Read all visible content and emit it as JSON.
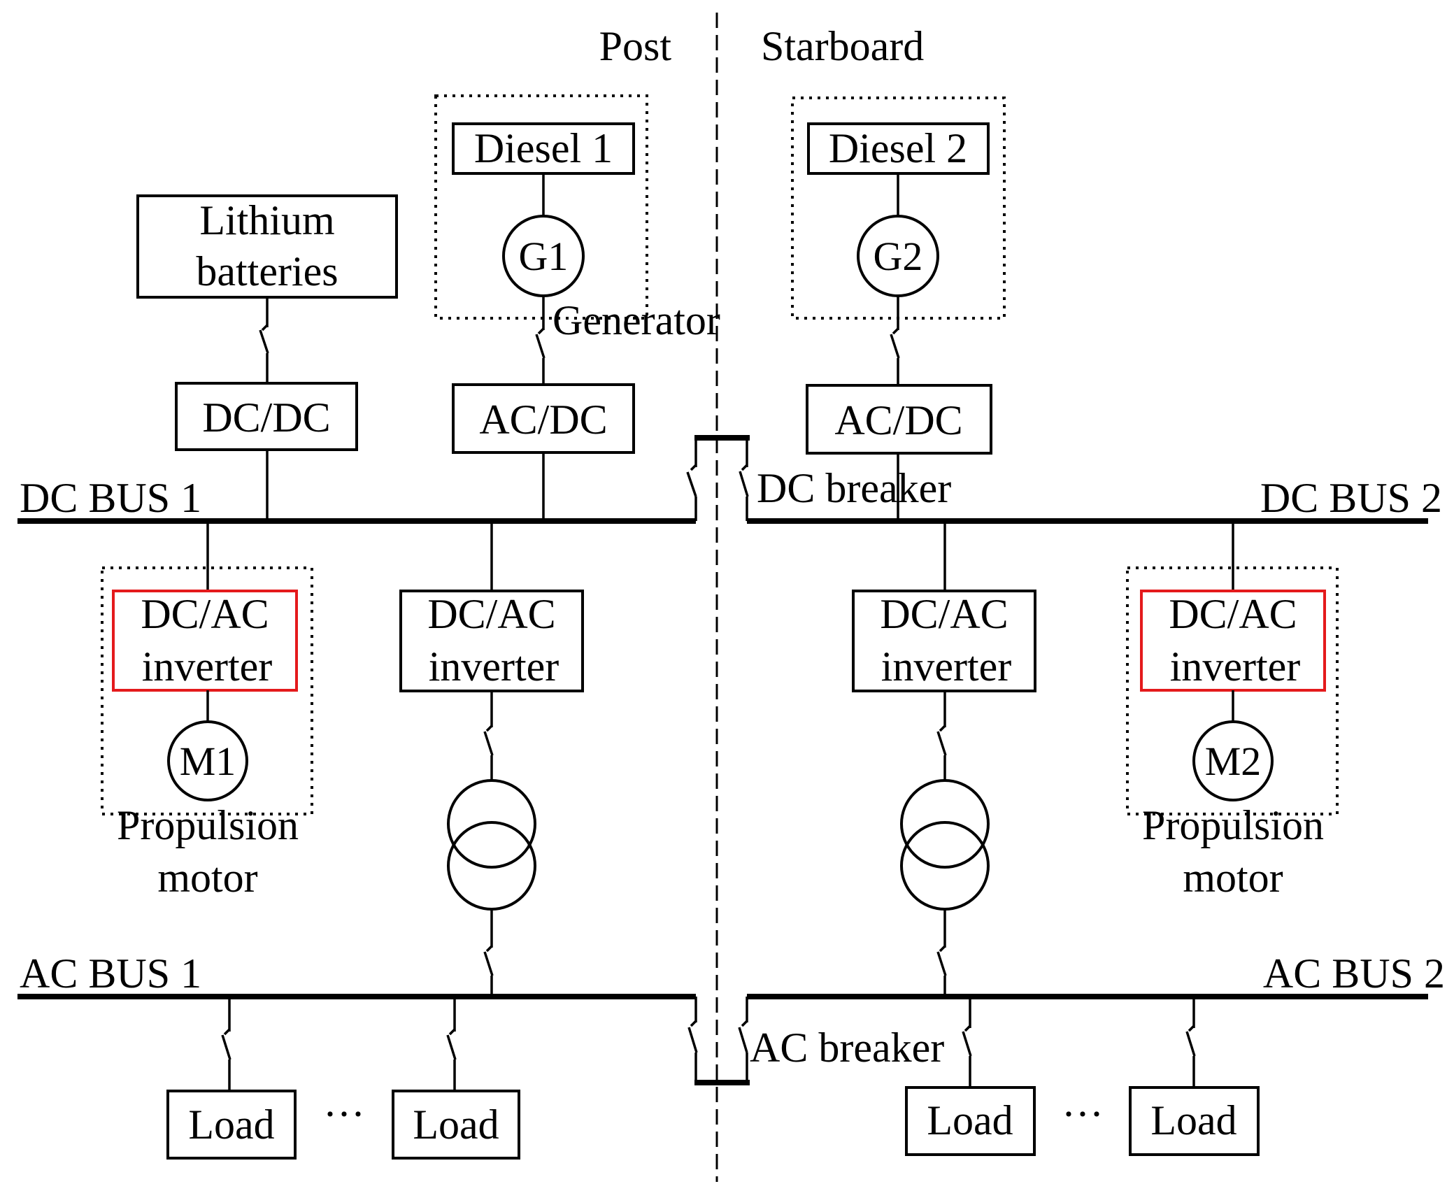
{
  "regions": {
    "left": "Post",
    "right": "Starboard"
  },
  "sources": {
    "battery_line1": "Lithium",
    "battery_line2": "batteries",
    "diesel1": "Diesel 1",
    "diesel2": "Diesel 2",
    "gen1": "G1",
    "gen2": "G2",
    "generator_caption": "Generator"
  },
  "converters": {
    "dcdc": "DC/DC",
    "acdc": "AC/DC",
    "inverter_line1": "DC/AC",
    "inverter_line2": "inverter"
  },
  "buses": {
    "dc1": "DC BUS 1",
    "dc2": "DC BUS 2",
    "ac1": "AC BUS 1",
    "ac2": "AC BUS 2"
  },
  "breakers": {
    "dc": "DC breaker",
    "ac": "AC breaker"
  },
  "motors": {
    "m1": "M1",
    "m2": "M2",
    "caption_line1": "Propulsion",
    "caption_line2": "motor"
  },
  "loads": {
    "label": "Load",
    "ellipsis": "···"
  },
  "colors": {
    "highlight_inverter": "#e41a1c"
  }
}
